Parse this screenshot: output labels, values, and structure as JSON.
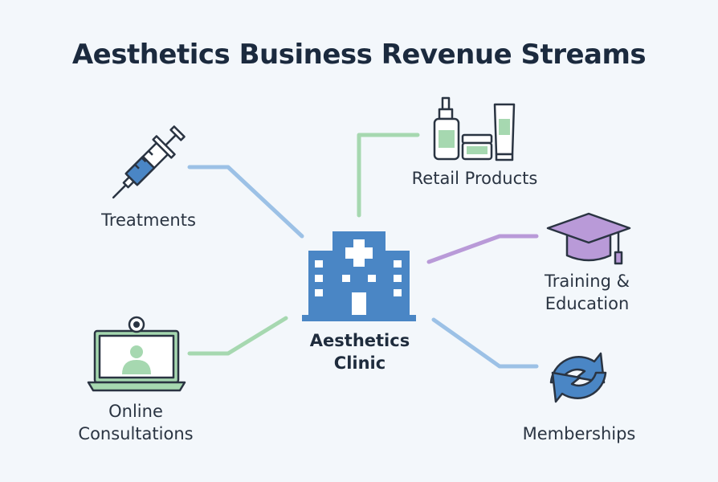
{
  "title": "Aesthetics Business Revenue Streams",
  "center": {
    "line1": "Aesthetics",
    "line2": "Clinic",
    "icon": "hospital-icon"
  },
  "streams": {
    "treatments": {
      "label": "Treatments",
      "icon": "syringe-icon",
      "color": "#9cc1e6"
    },
    "retail": {
      "label": "Retail Products",
      "icon": "product-bottles-icon",
      "color": "#a6d8b0"
    },
    "training": {
      "line1": "Training &",
      "line2": "Education",
      "icon": "graduation-cap-icon",
      "color": "#b99ad8"
    },
    "consultations": {
      "line1": "Online",
      "line2": "Consultations",
      "icon": "laptop-video-call-icon",
      "color": "#a6d8b0"
    },
    "memberships": {
      "label": "Memberships",
      "icon": "refresh-cycle-icon",
      "color": "#9cc1e6"
    }
  },
  "colors": {
    "blue": "#4a86c5",
    "green": "#a6d8b0",
    "purple": "#b99ad8",
    "outline": "#2a3442"
  }
}
